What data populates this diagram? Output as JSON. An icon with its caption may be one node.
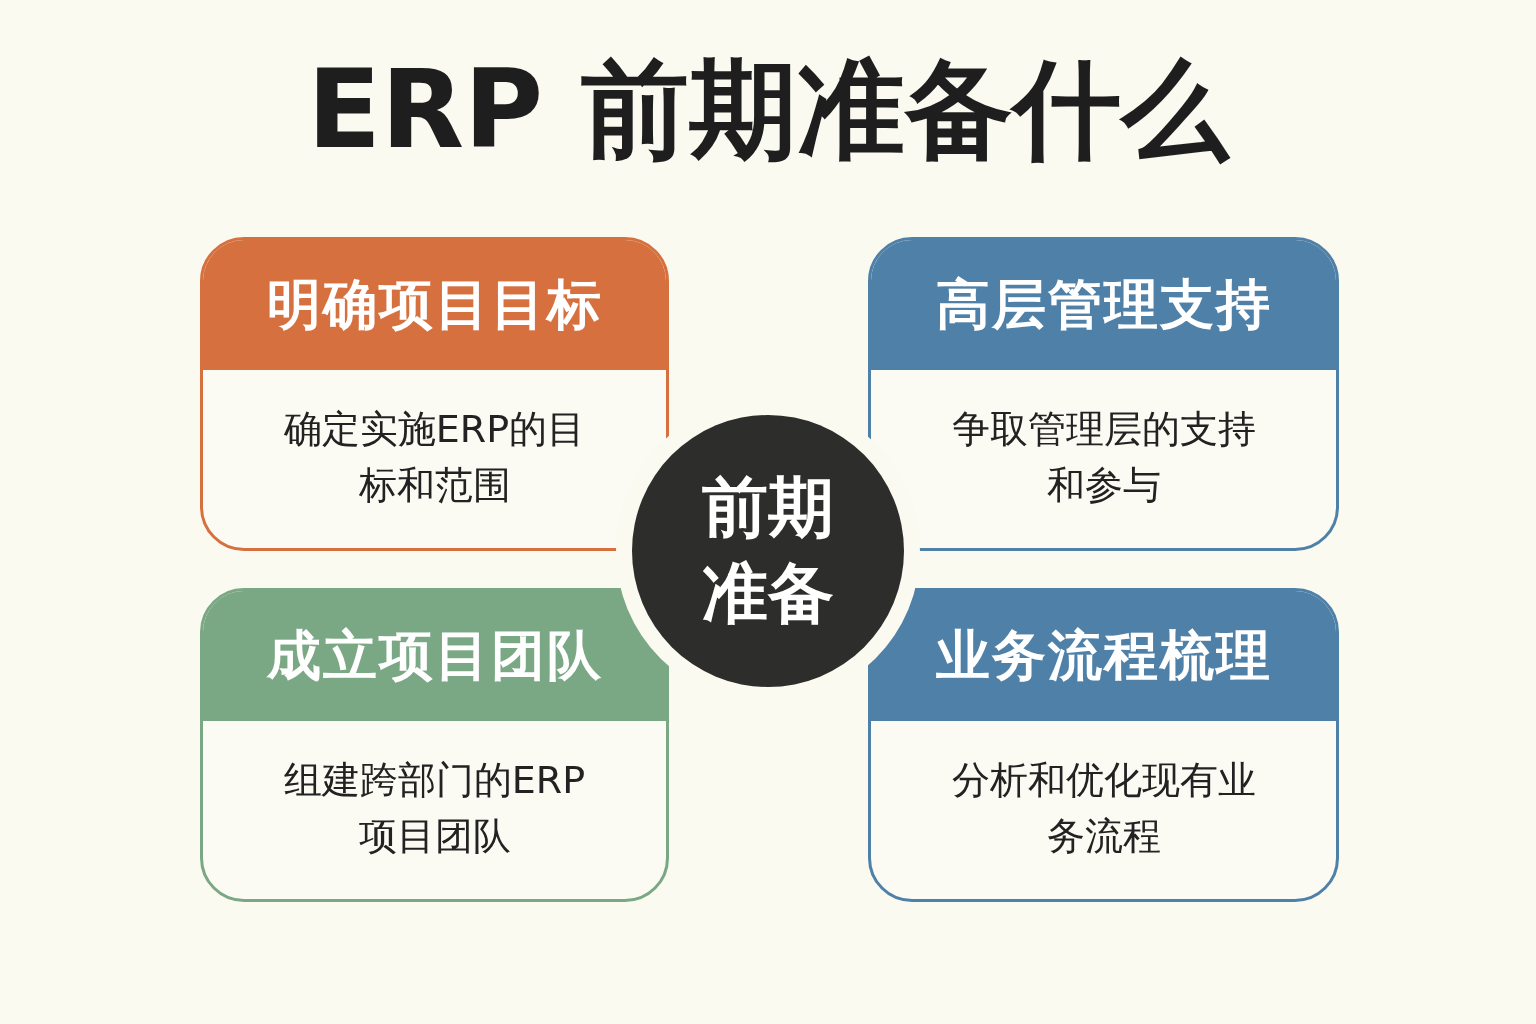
{
  "diagram": {
    "title": "ERP 前期准备什么",
    "nodes": [
      {
        "text": [
          "明确项目目标",
          "确定实施ERP的目标和范围"
        ]
      },
      {
        "text": [
          "高层管理支持",
          "争取管理层的支持和参与"
        ]
      },
      {
        "text": [
          "前期准备"
        ]
      },
      {
        "text": [
          "成立项目团队",
          "组建跨部门的ERP项目团队"
        ]
      },
      {
        "text": [
          "业务流程梳理",
          "分析和优化现有业务流程"
        ]
      }
    ]
  }
}
